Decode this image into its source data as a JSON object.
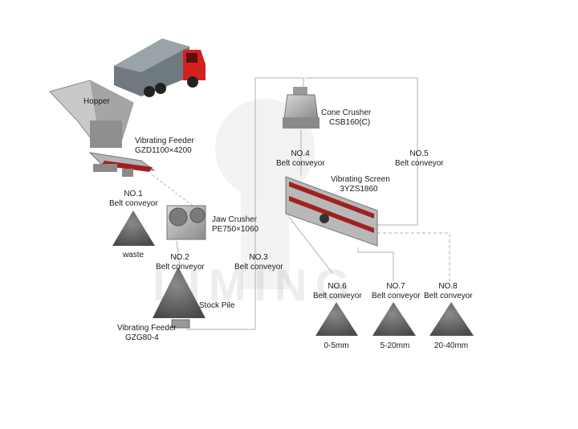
{
  "watermark": "LIMING",
  "equipment": {
    "hopper": {
      "label": "Hopper"
    },
    "vibrating_feeder_top": {
      "name": "Vibrating Feeder",
      "model": "GZD1100×4200"
    },
    "jaw_crusher": {
      "name": "Jaw Crusher",
      "model": "PE750×1060"
    },
    "cone_crusher": {
      "name": "Cone Crusher",
      "model": "CSB160(C)"
    },
    "vibrating_screen": {
      "name": "Vibrating Screen",
      "model": "3YZS1860"
    },
    "vibrating_feeder_bottom": {
      "name": "Vibrating Feeder",
      "model": "GZG80-4"
    },
    "stock_pile": {
      "label": "Stock Pile"
    }
  },
  "conveyors": {
    "no1": {
      "num": "NO.1",
      "name": "Belt conveyor"
    },
    "no2": {
      "num": "NO.2",
      "name": "Belt conveyor"
    },
    "no3": {
      "num": "NO.3",
      "name": "Belt conveyor"
    },
    "no4": {
      "num": "NO.4",
      "name": "Belt conveyor"
    },
    "no5": {
      "num": "NO.5",
      "name": "Belt conveyor"
    },
    "no6": {
      "num": "NO.6",
      "name": "Belt conveyor"
    },
    "no7": {
      "num": "NO.7",
      "name": "Belt conveyor"
    },
    "no8": {
      "num": "NO.8",
      "name": "Belt conveyor"
    }
  },
  "piles": {
    "waste": "waste",
    "p1": "0-5mm",
    "p2": "5-20mm",
    "p3": "20-40mm"
  },
  "colors": {
    "flow_line": "#b0b0b0",
    "pile": "#6a6a6a",
    "truck_cab": "#d42020",
    "machine": "#9a9a9a",
    "screen_red": "#a02020"
  }
}
